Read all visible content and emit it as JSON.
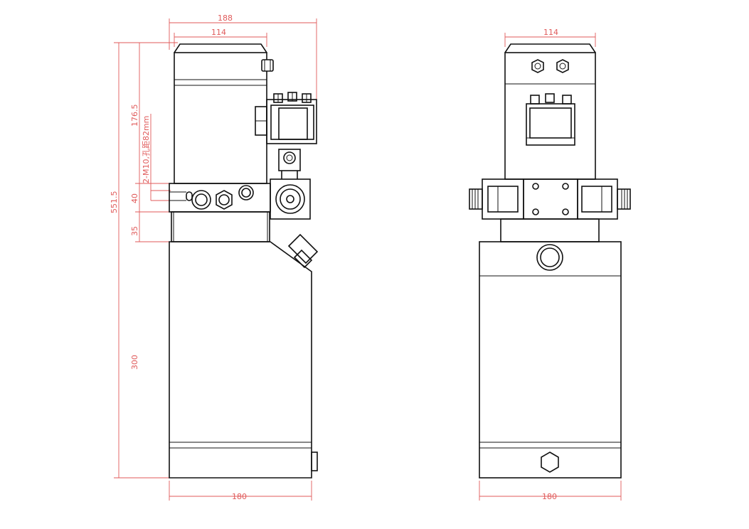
{
  "colors": {
    "outline": "#111111",
    "dimension": "#e05a5a",
    "background": "#ffffff"
  },
  "side_view": {
    "dimensions": {
      "overall_width": "188",
      "motor_width": "114",
      "overall_height": "551.5",
      "motor_height": "176.5",
      "mounting_note": "2-M10,孔距82mm",
      "block_height": "40",
      "gap_height": "35",
      "tank_height": "300",
      "tank_width": "180"
    }
  },
  "front_view": {
    "dimensions": {
      "motor_width": "114",
      "tank_width": "180"
    }
  }
}
